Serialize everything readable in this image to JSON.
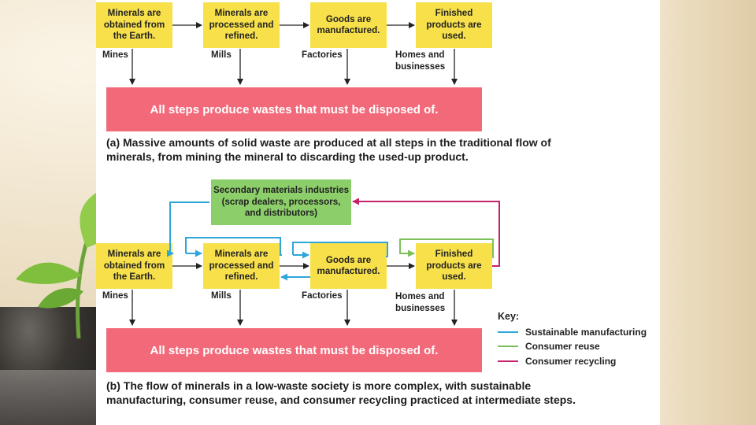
{
  "diagram": {
    "stage_labels": [
      "Minerals are obtained from the Earth.",
      "Minerals are processed and refined.",
      "Goods are manufactured.",
      "Finished products are used."
    ],
    "site_labels": [
      "Mines",
      "Mills",
      "Factories",
      "Homes and businesses"
    ],
    "waste_text": "All steps produce wastes that must be disposed of.",
    "caption_a": "(a) Massive amounts of solid waste are produced at all steps in the traditional flow of minerals, from mining the mineral to discarding the used-up product.",
    "secondary_box": "Secondary materials industries (scrap dealers, processors, and distributors)",
    "caption_b": "(b) The flow of minerals in a low-waste society is more complex, with sustainable manufacturing, consumer reuse, and consumer recycling practiced at intermediate steps.",
    "key": {
      "title": "Key:",
      "items": [
        {
          "label": "Sustainable manufacturing",
          "color": "#2fa6d9"
        },
        {
          "label": "Consumer reuse",
          "color": "#7cc05a"
        },
        {
          "label": "Consumer recycling",
          "color": "#c8226b"
        }
      ]
    }
  },
  "colors": {
    "box_yellow": "#f7e04a",
    "box_green": "#8ccf6a",
    "waste_pink": "#f26a7a",
    "arrow_black": "#222222"
  }
}
